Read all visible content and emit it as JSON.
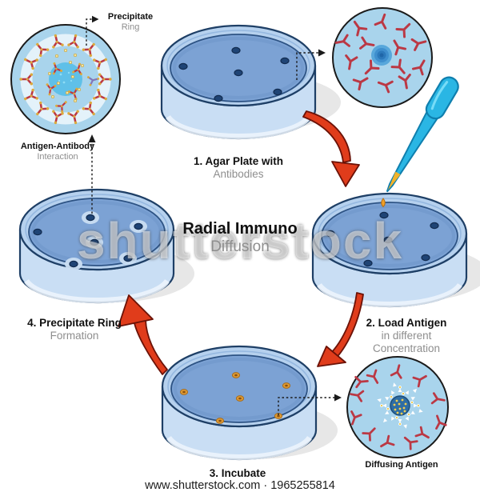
{
  "title": {
    "main": "Radial Immuno",
    "sub": "Diffusion"
  },
  "steps": [
    {
      "label": "1. Agar Plate with",
      "sublabel": "Antibodies"
    },
    {
      "label": "2. Load Antigen",
      "sublabel": "in different",
      "sublabel2": "Concentration"
    },
    {
      "label": "3. Incubate"
    },
    {
      "label": "4. Precipitate Ring",
      "sublabel": "Formation"
    }
  ],
  "callouts": {
    "precipitate": {
      "label": "Precipitate",
      "sublabel": "Ring"
    },
    "antigen_antibody": {
      "label": "Antigen-Antibody",
      "sublabel": "Interaction"
    },
    "diffusing_antigen": {
      "label": "Diffusing Antigen"
    }
  },
  "watermark": {
    "text": "shutterstock",
    "footer": "www.shutterstock.com · 1965255814"
  },
  "colors": {
    "dish_rim": "#b6d1ee",
    "dish_wall": "#c9def4",
    "dish_outline": "#1e3f66",
    "agar": "#7ca2d4",
    "well_dark": "#1f4475",
    "well_antigen_orange": "#dd9a33",
    "antibody_red": "#bb3844",
    "antibody_purple": "#8377b8",
    "zoom_circle_bg": "#a9d4ec",
    "precipitate_band": "#e4f2fa",
    "pipette_cyan": "#2ab6e4",
    "droplet_orange": "#f2a127",
    "arrow_red": "#e03c1b",
    "diffusion_center_blue": "#2e6da4",
    "antigen_yellow": "#f0c945",
    "shadow_gray": "#e7e7e7"
  }
}
